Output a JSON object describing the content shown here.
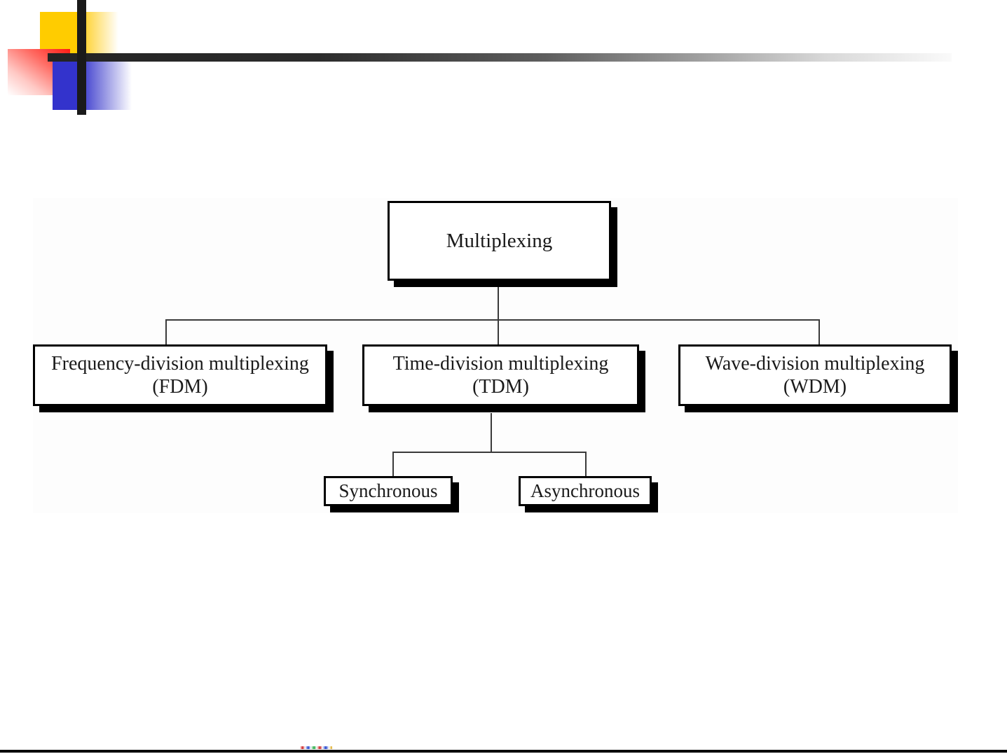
{
  "slide": {
    "title": "Multiplexing",
    "decoration": {
      "yellow_square": "yellow-accent-square",
      "red_square": "red-accent-square",
      "blue_square": "blue-accent-square",
      "vertical_bar": "black-vertical-bar",
      "horizontal_rule": "gradient-horizontal-rule",
      "colors": {
        "yellow": "#ffcc00",
        "red": "#ff1b14",
        "blue": "#3333cc",
        "bar_dark": "#1a1a1a",
        "rule_start": "#232323",
        "rule_end": "#fafafa"
      }
    },
    "footer": {
      "rule_color": "#000000"
    }
  },
  "diagram": {
    "type": "tree",
    "root": {
      "id": "multiplexing",
      "label": "Multiplexing"
    },
    "level2": [
      {
        "id": "fdm",
        "label": "Frequency-division multiplexing\n(FDM)",
        "line1": "Frequency-division multiplexing",
        "line2": "(FDM)",
        "abbreviation": "FDM"
      },
      {
        "id": "tdm",
        "label": "Time-division multiplexing\n(TDM)",
        "line1": "Time-division multiplexing",
        "line2": "(TDM)",
        "abbreviation": "TDM"
      },
      {
        "id": "wdm",
        "label": "Wave-division multiplexing\n(WDM)",
        "line1": "Wave-division multiplexing",
        "line2": "(WDM)",
        "abbreviation": "WDM"
      }
    ],
    "level3": [
      {
        "id": "synchronous",
        "label": "Synchronous",
        "parent": "tdm"
      },
      {
        "id": "asynchronous",
        "label": "Asynchronous",
        "parent": "tdm"
      }
    ],
    "style": {
      "box_border": "#000000",
      "box_fill": "#ffffff",
      "shadow": "#000000",
      "connector": "#3a3a3a"
    }
  }
}
